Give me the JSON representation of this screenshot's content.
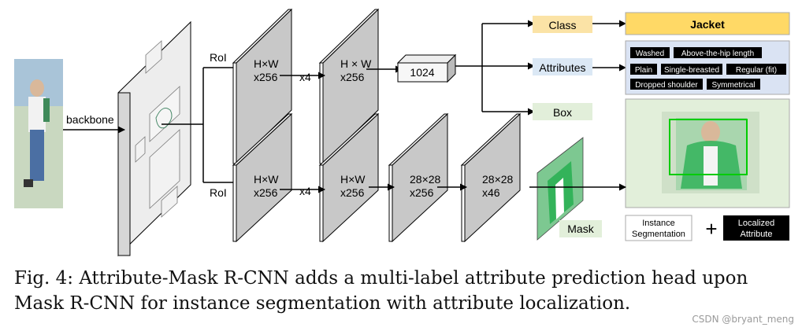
{
  "labels": {
    "backbone": "backbone",
    "roi_top": "RoI",
    "roi_bottom": "RoI",
    "x4_top": "x4",
    "x4_bottom": "x4",
    "fc": "1024",
    "class": "Class",
    "attributes": "Attributes",
    "box": "Box",
    "mask": "Mask"
  },
  "feature_maps": [
    {
      "line1": "H×W",
      "line2": "x256"
    },
    {
      "line1": "H × W",
      "line2": "x256"
    },
    {
      "line1": "H×W",
      "line2": "x256"
    },
    {
      "line1": "H×W",
      "line2": "x256"
    },
    {
      "line1": "28×28",
      "line2": "x256"
    },
    {
      "line1": "28×28",
      "line2": "x46"
    }
  ],
  "class_output": "Jacket",
  "attribute_tags": [
    [
      "Washed",
      "Above-the-hip length"
    ],
    [
      "Plain",
      "Single-breasted",
      "Regular (fit)"
    ],
    [
      "Dropped shoulder",
      "Symmetrical"
    ]
  ],
  "legend": {
    "instance_line1": "Instance",
    "instance_line2": "Segmentation",
    "plus": "+",
    "localized_line1": "Localized",
    "localized_line2": "Attribute"
  },
  "caption": {
    "line1": "Fig. 4: Attribute-Mask R-CNN adds a multi-label attribute prediction head upon",
    "line2": "Mask R-CNN for instance segmentation with attribute localization."
  },
  "watermark": "CSDN @bryant_meng",
  "colors": {
    "class_label_bg": "#fbe3a6",
    "attributes_label_bg": "#dbe8f5",
    "box_label_bg": "#e2efda",
    "class_output_bg": "#ffd966",
    "attributes_panel_bg": "#dae3f3",
    "box_panel_bg": "#e2efda",
    "box_outline": "#00cc00",
    "tag_bg": "#000000",
    "tag_text": "#ffffff"
  }
}
